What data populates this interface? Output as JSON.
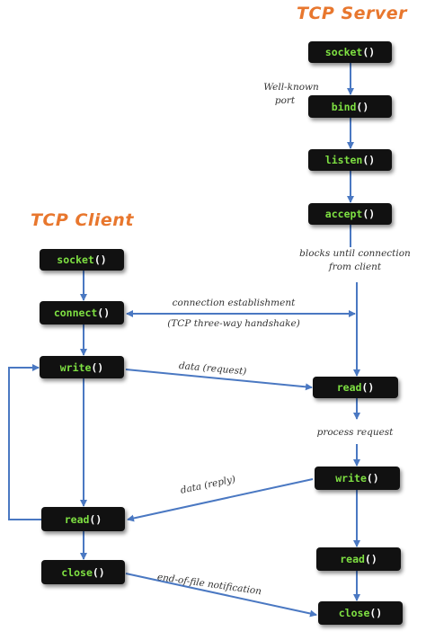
{
  "server": {
    "title": "TCP Server",
    "calls": [
      {
        "fn": "socket",
        "paren": "()"
      },
      {
        "fn": "bind",
        "paren": "()"
      },
      {
        "fn": "listen",
        "paren": "()"
      },
      {
        "fn": "accept",
        "paren": "()"
      },
      {
        "fn": "read",
        "paren": "()"
      },
      {
        "fn": "write",
        "paren": "()"
      },
      {
        "fn": "read",
        "paren": "()"
      },
      {
        "fn": "close",
        "paren": "()"
      }
    ],
    "notes": {
      "wellknown_line1": "Well-known",
      "wellknown_line2": "port",
      "blocks_line1": "blocks until connection",
      "blocks_line2": "from client",
      "process": "process request"
    }
  },
  "client": {
    "title": "TCP Client",
    "calls": [
      {
        "fn": "socket",
        "paren": "()"
      },
      {
        "fn": "connect",
        "paren": "()"
      },
      {
        "fn": "write",
        "paren": "()"
      },
      {
        "fn": "read",
        "paren": "()"
      },
      {
        "fn": "close",
        "paren": "()"
      }
    ]
  },
  "messages": {
    "conn_establish": "connection establishment",
    "handshake": "(TCP three-way handshake)",
    "data_request": "data (request)",
    "data_reply": "data (reply)",
    "eof": "end-of-file notification"
  },
  "colors": {
    "title": "#e8772e",
    "box_bg": "#111111",
    "fn_text": "#7ee042",
    "arrow": "#4a78c2"
  }
}
